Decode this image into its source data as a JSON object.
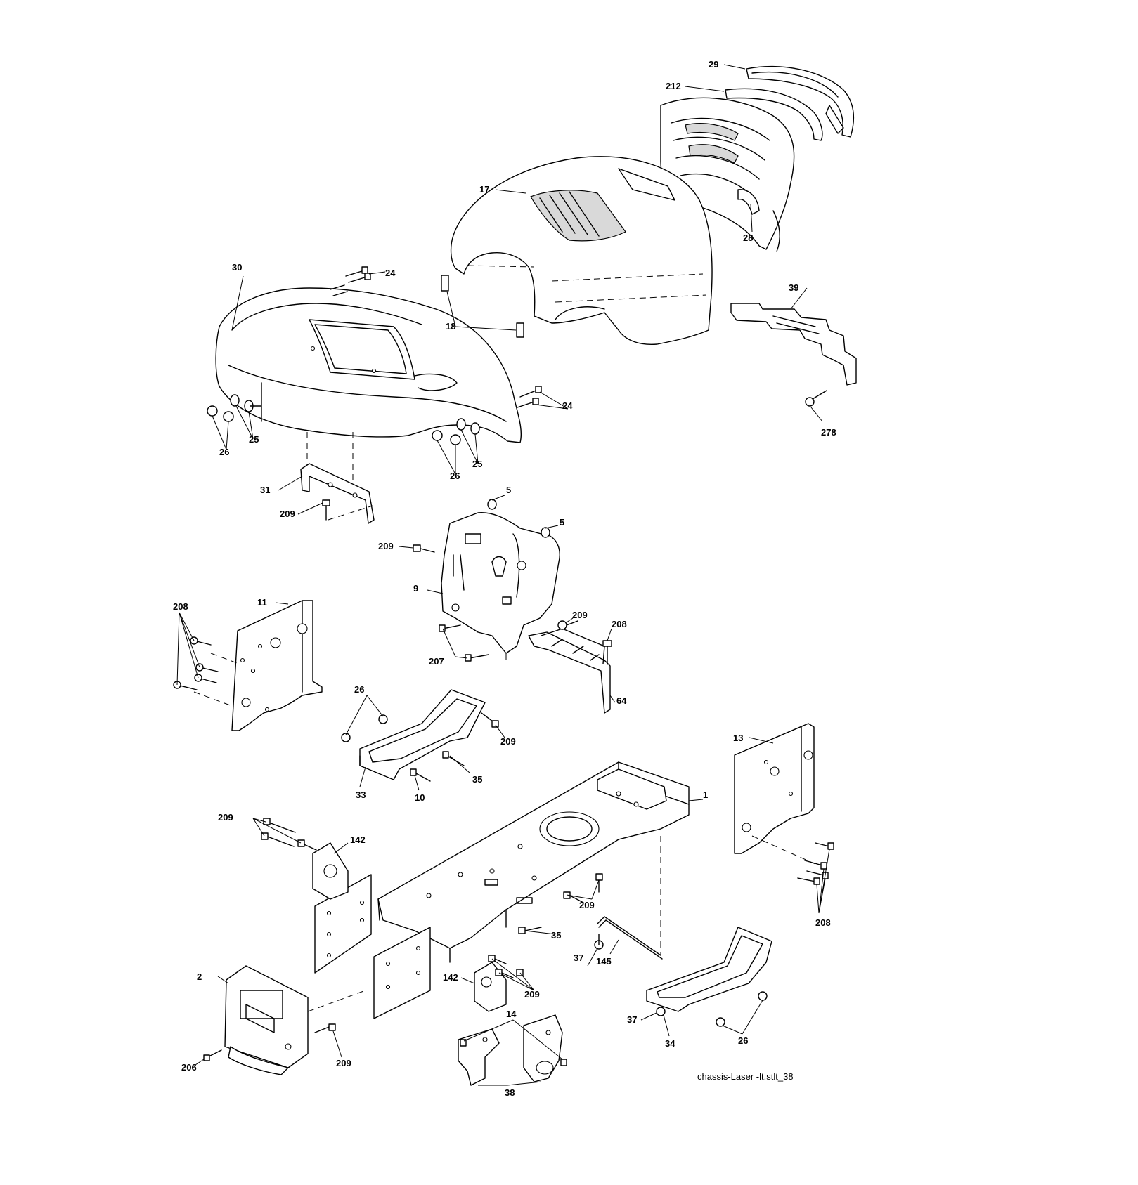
{
  "diagram": {
    "caption": "chassis-Laser -lt.stlt_38",
    "callouts": {
      "c29": "29",
      "c212": "212",
      "c17": "17",
      "c28": "28",
      "c30": "30",
      "c24a": "24",
      "c24b": "24",
      "c18": "18",
      "c39": "39",
      "c278": "278",
      "c25a": "25",
      "c26a": "26",
      "c25b": "25",
      "c26b": "26",
      "c31": "31",
      "c209a": "209",
      "c5a": "5",
      "c5b": "5",
      "c209b": "209",
      "c9": "9",
      "c11": "11",
      "c208a": "208",
      "c209c": "209",
      "c208b": "208",
      "c207": "207",
      "c64": "64",
      "c26c": "26",
      "c209d": "209",
      "c35a": "35",
      "c33": "33",
      "c10": "10",
      "c13": "13",
      "c1": "1",
      "c209e": "209",
      "c142a": "142",
      "c209f": "209",
      "c35b": "35",
      "c208c": "208",
      "c37a": "37",
      "c145": "145",
      "c142b": "142",
      "c209g": "209",
      "c2": "2",
      "c37b": "37",
      "c34": "34",
      "c26d": "26",
      "c14": "14",
      "c206": "206",
      "c209h": "209",
      "c38": "38"
    }
  }
}
